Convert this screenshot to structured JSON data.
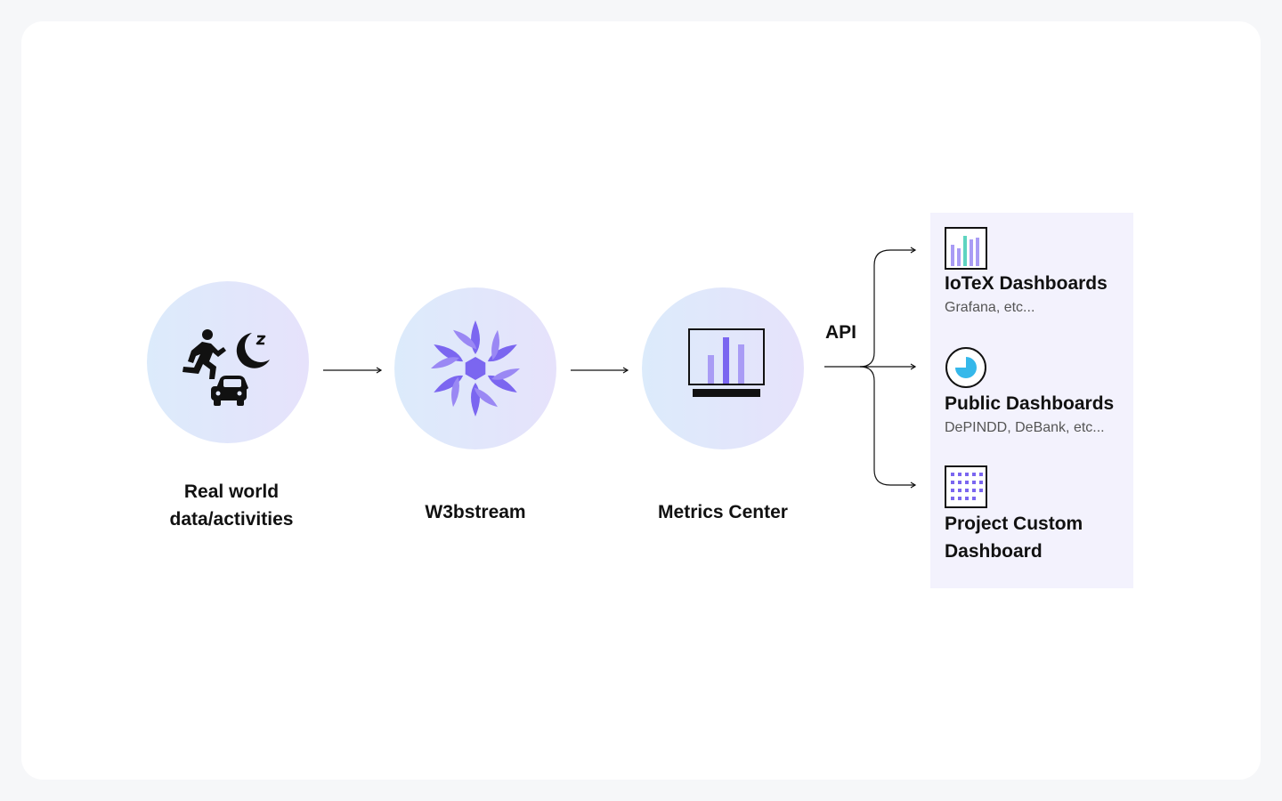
{
  "nodes": [
    {
      "id": "real-world",
      "label": "Real world data/activities",
      "icons": [
        "running-person-icon",
        "moon-sleep-icon",
        "car-icon"
      ]
    },
    {
      "id": "w3bstream",
      "label": "W3bstream",
      "icons": [
        "w3bstream-logo-icon"
      ]
    },
    {
      "id": "metrics-center",
      "label": "Metrics Center",
      "icons": [
        "monitor-bar-chart-icon"
      ]
    }
  ],
  "api": {
    "label": "API"
  },
  "dashboards": [
    {
      "title": "IoTeX Dashboards",
      "subtitle": "Grafana, etc...",
      "icon": "bar-chart-icon"
    },
    {
      "title": "Public Dashboards",
      "subtitle": "DePINDD, DeBank, etc...",
      "icon": "pie-chart-icon"
    },
    {
      "title": "Project Custom Dashboard",
      "subtitle": "",
      "icon": "dot-grid-icon"
    }
  ],
  "colors": {
    "accent_purple": "#7b66f0",
    "light_purple": "#a99cf5",
    "teal": "#5ed4c0",
    "cyan": "#35b8ea",
    "panel_bg": "#f3f2fd",
    "circle_gradient_start": "#dcebfb",
    "circle_gradient_end": "#e6e2fb"
  }
}
